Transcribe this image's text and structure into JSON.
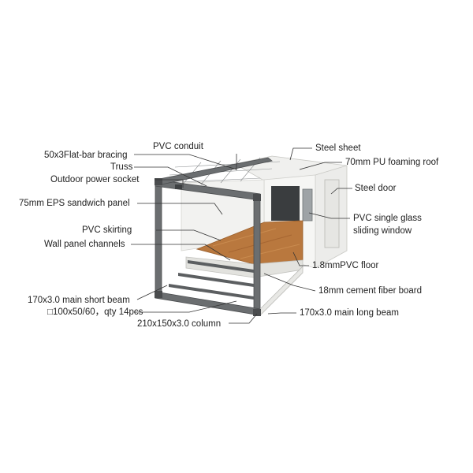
{
  "labels": {
    "flat_bar_bracing": "50x3Flat-bar bracing",
    "pvc_conduit": "PVC conduit",
    "truss": "Truss",
    "outdoor_power_socket": "Outdoor power socket",
    "eps_sandwich_panel": "75mm EPS sandwich panel",
    "pvc_skirting": "PVC skirting",
    "wall_panel_channels": "Wall panel channels",
    "main_short_beam": "170x3.0 main short beam",
    "purlins": "□100x50/60，qty 14pcs",
    "column": "210x150x3.0 column",
    "steel_sheet": "Steel sheet",
    "pu_foaming_roof": "70mm PU foaming roof",
    "steel_door": "Steel door",
    "sliding_window_line1": "PVC single glass",
    "sliding_window_line2": "sliding window",
    "pvc_floor": "1.8mmPVC floor",
    "cement_fiber_board": "18mm cement fiber board",
    "main_long_beam": "170x3.0 main long beam"
  },
  "colors": {
    "frame": "#6b6e70",
    "frame_dark": "#4a4c4e",
    "panel": "#f4f4f2",
    "panel_shadow": "#dcdcd8",
    "floor_wood": "#b9783e",
    "floor_wood_dark": "#9a5f2c",
    "board": "#e2e2de",
    "leader": "#333333"
  }
}
